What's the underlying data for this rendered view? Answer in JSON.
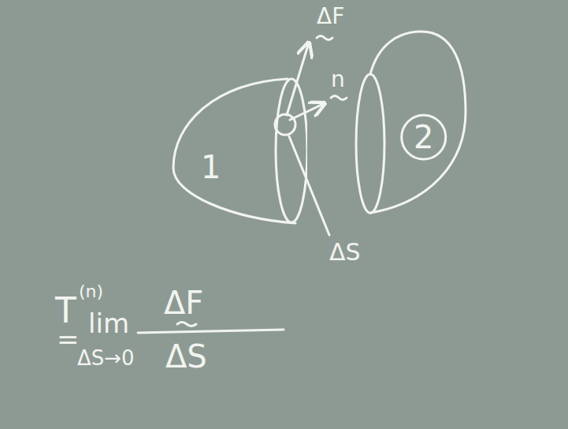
{
  "diagram": {
    "nodes": [
      {
        "text": [
          "1"
        ]
      },
      {
        "text": [
          "2"
        ]
      }
    ],
    "labels": [
      "ΔF",
      "n",
      "ΔS",
      "T",
      "(n)",
      "=",
      "lim",
      "ΔS→0",
      "ΔF",
      "ΔS"
    ]
  }
}
